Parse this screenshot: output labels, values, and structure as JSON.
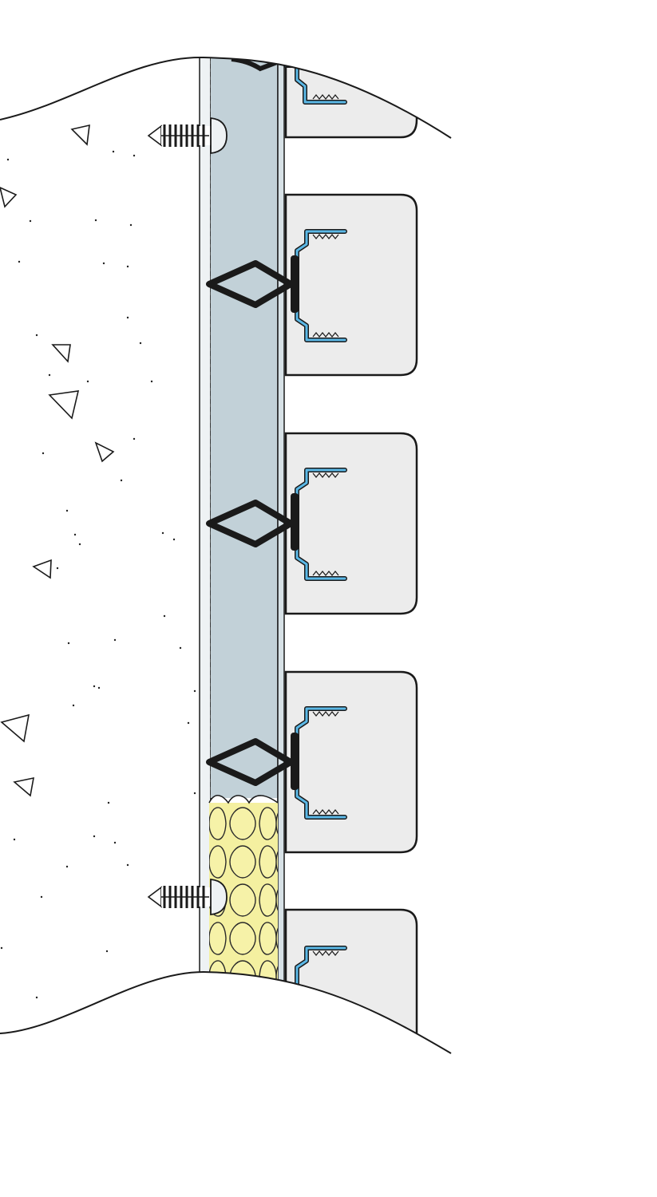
{
  "diagram": {
    "kind": "construction-section-detail",
    "components": [
      "concrete-substrate",
      "vertical-support-rail",
      "screw-anchor",
      "diamond-clip",
      "cladding-panel",
      "blue-gasket",
      "mineral-wool-insulation"
    ],
    "counts": {
      "panels": 5,
      "diamond_clips": 3,
      "screw_anchors": 2
    },
    "colors": {
      "concrete": "#ffffff",
      "rail": "#c2d1d8",
      "panel": "#ececec",
      "gasket": "#5bb8e6",
      "insulation": "#f4f0a0",
      "outline": "#1a1a1a"
    }
  }
}
